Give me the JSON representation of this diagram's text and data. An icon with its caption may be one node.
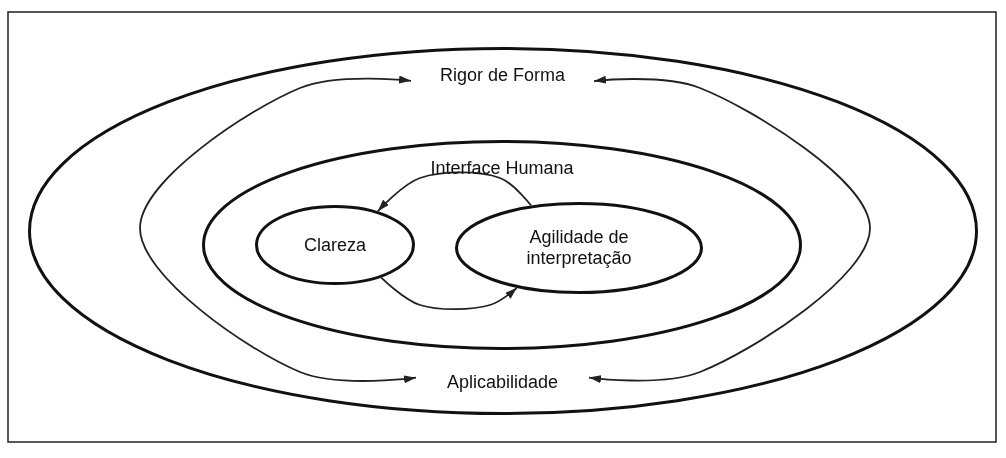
{
  "diagram": {
    "nodes": [
      {
        "text": [],
        "shape": "ellipse"
      },
      {
        "text": [
          "Rigor de Forma"
        ],
        "in": 0
      },
      {
        "text": [
          "Interface Humana"
        ],
        "in": 0
      },
      {
        "text": [
          "Clareza"
        ],
        "in": 2
      },
      {
        "text": [
          "Agilidade de interpretação"
        ],
        "in": 2
      },
      {
        "text": [
          "Aplicabilidade"
        ],
        "in": 0
      }
    ],
    "edges": [
      {
        "from": 1,
        "to": 5,
        "arrow": "both"
      },
      {
        "from": 1,
        "to": 5,
        "arrow": "both"
      },
      {
        "from": 4,
        "to": 3,
        "arrow": "to"
      },
      {
        "from": 3,
        "to": 4,
        "arrow": "to"
      }
    ]
  }
}
